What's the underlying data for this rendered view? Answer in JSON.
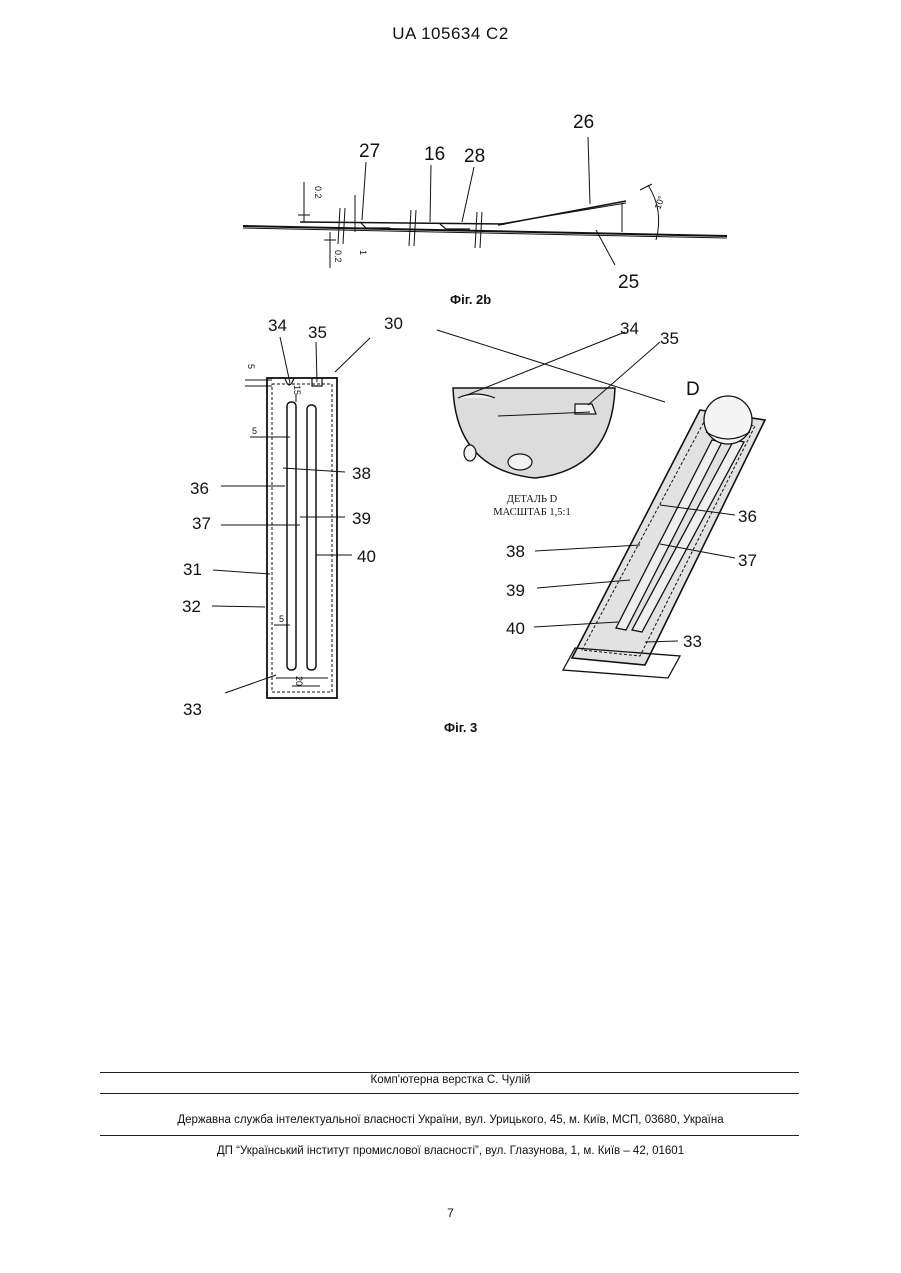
{
  "header": {
    "patent_number": "UA   105634   C2"
  },
  "fig2b": {
    "caption": "Фіг. 2b",
    "labels": {
      "n27": "27",
      "n16": "16",
      "n28": "28",
      "n26": "26",
      "n25": "25"
    },
    "dims": {
      "d1": "0.2",
      "d2": "0.2",
      "d3": "1",
      "angle": "10°"
    }
  },
  "fig3": {
    "caption": "Фіг. 3",
    "left_labels": {
      "n34": "34",
      "n35": "35",
      "n30": "30",
      "n36": "36",
      "n38": "38",
      "n37": "37",
      "n39": "39",
      "n40": "40",
      "n31": "31",
      "n32": "32",
      "n33": "33"
    },
    "left_dims": {
      "d5a": "5",
      "d15": "15",
      "d5b": "5",
      "d5c": "5",
      "d20": "20"
    },
    "right_labels": {
      "n34": "34",
      "n35": "35",
      "nD": "D",
      "n36": "36",
      "n38": "38",
      "n37": "37",
      "n39": "39",
      "n40": "40",
      "n33": "33"
    },
    "detail_caption_1": "ДЕТАЛЬ D",
    "detail_caption_2": "МАСШТАБ 1,5:1"
  },
  "footer": {
    "typesetting": "Комп'ютерна верстка С. Чулій",
    "agency": "Державна служба інтелектуальної власності України, вул. Урицького, 45, м. Київ, МСП, 03680, Україна",
    "institute": "ДП “Український інститут промислової власності”, вул. Глазунова, 1, м. Київ – 42, 01601"
  },
  "page_number": "7"
}
